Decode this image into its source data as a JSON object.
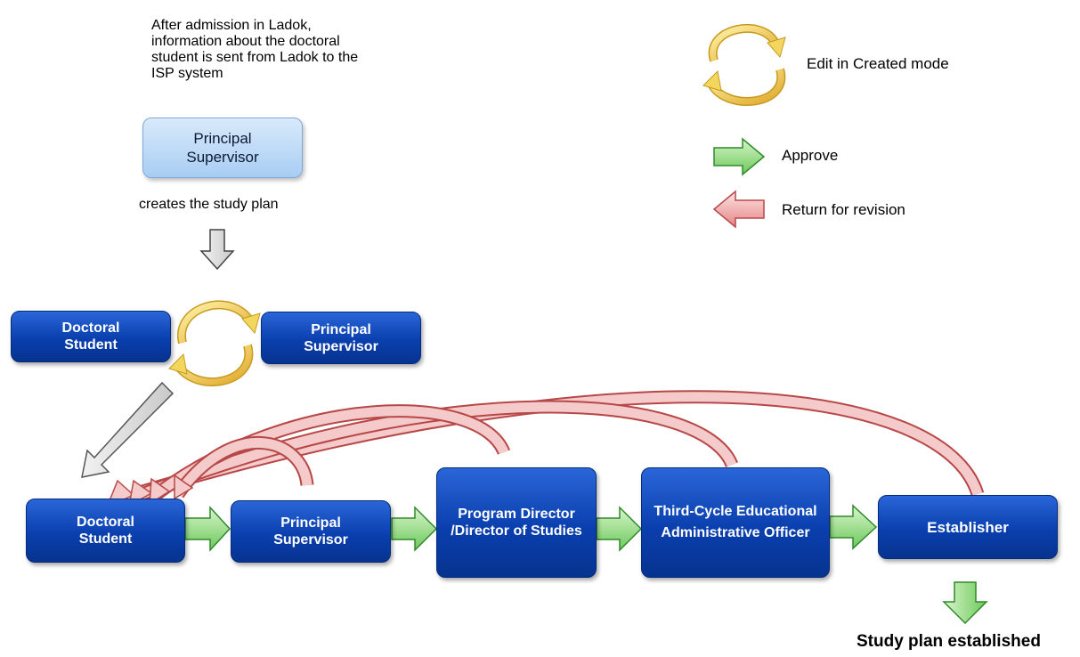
{
  "intro_text": "After admission in Ladok, information about the doctoral student is sent from Ladok to the ISP system",
  "creates_text": "creates the study plan",
  "top_supervisor": "Principal Supervisor",
  "pair": {
    "student": "Doctoral Student",
    "supervisor": "Principal Supervisor"
  },
  "flow": {
    "student": "Doctoral Student",
    "supervisor": "Principal Supervisor",
    "program_director": "Program Director /Director of Studies",
    "officer": "Third-Cycle Educational Administrative Officer",
    "establisher": "Establisher"
  },
  "legend": {
    "edit": "Edit in Created mode",
    "approve": "Approve",
    "return": "Return for revision"
  },
  "final_text": "Study plan established",
  "colors": {
    "box_blue": "#0a3fae",
    "approve_green": "#7ccf6a",
    "return_red": "#e98a8a",
    "cycle_gold": "#e8c43a"
  }
}
